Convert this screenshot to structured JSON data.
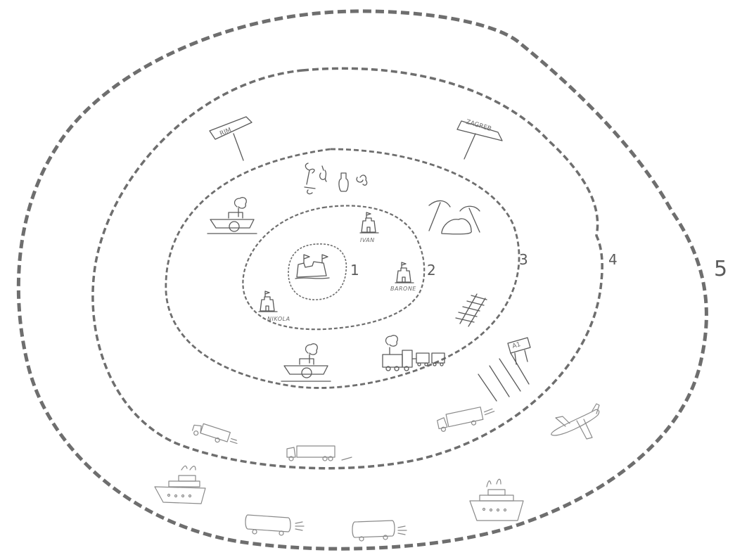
{
  "zones": [
    {
      "id": "1",
      "label": "1"
    },
    {
      "id": "2",
      "label": "2"
    },
    {
      "id": "3",
      "label": "3"
    },
    {
      "id": "4",
      "label": "4"
    },
    {
      "id": "5",
      "label": "5"
    }
  ],
  "castles": {
    "ivan": "IVAN",
    "barone": "BARONE",
    "nikola": "NIKOLA"
  },
  "signs": {
    "rim": "RIM",
    "zagreb": "ZAGREB",
    "a1": "A1"
  }
}
